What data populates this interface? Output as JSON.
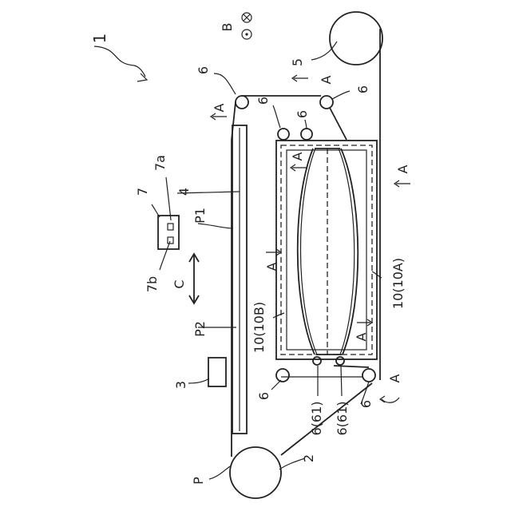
{
  "figure": {
    "label_main": "1",
    "label_B": "B",
    "label_5": "5",
    "label_2": "2",
    "label_3": "3",
    "label_4": "4",
    "label_7": "7",
    "label_7a": "7a",
    "label_7b": "7b",
    "label_P": "P",
    "label_P1": "P1",
    "label_P2": "P2",
    "label_C": "C",
    "label_6": "6",
    "label_6_61": "6(61)",
    "label_10A": "10(10A)",
    "label_10B": "10(10B)",
    "label_A": "A"
  }
}
